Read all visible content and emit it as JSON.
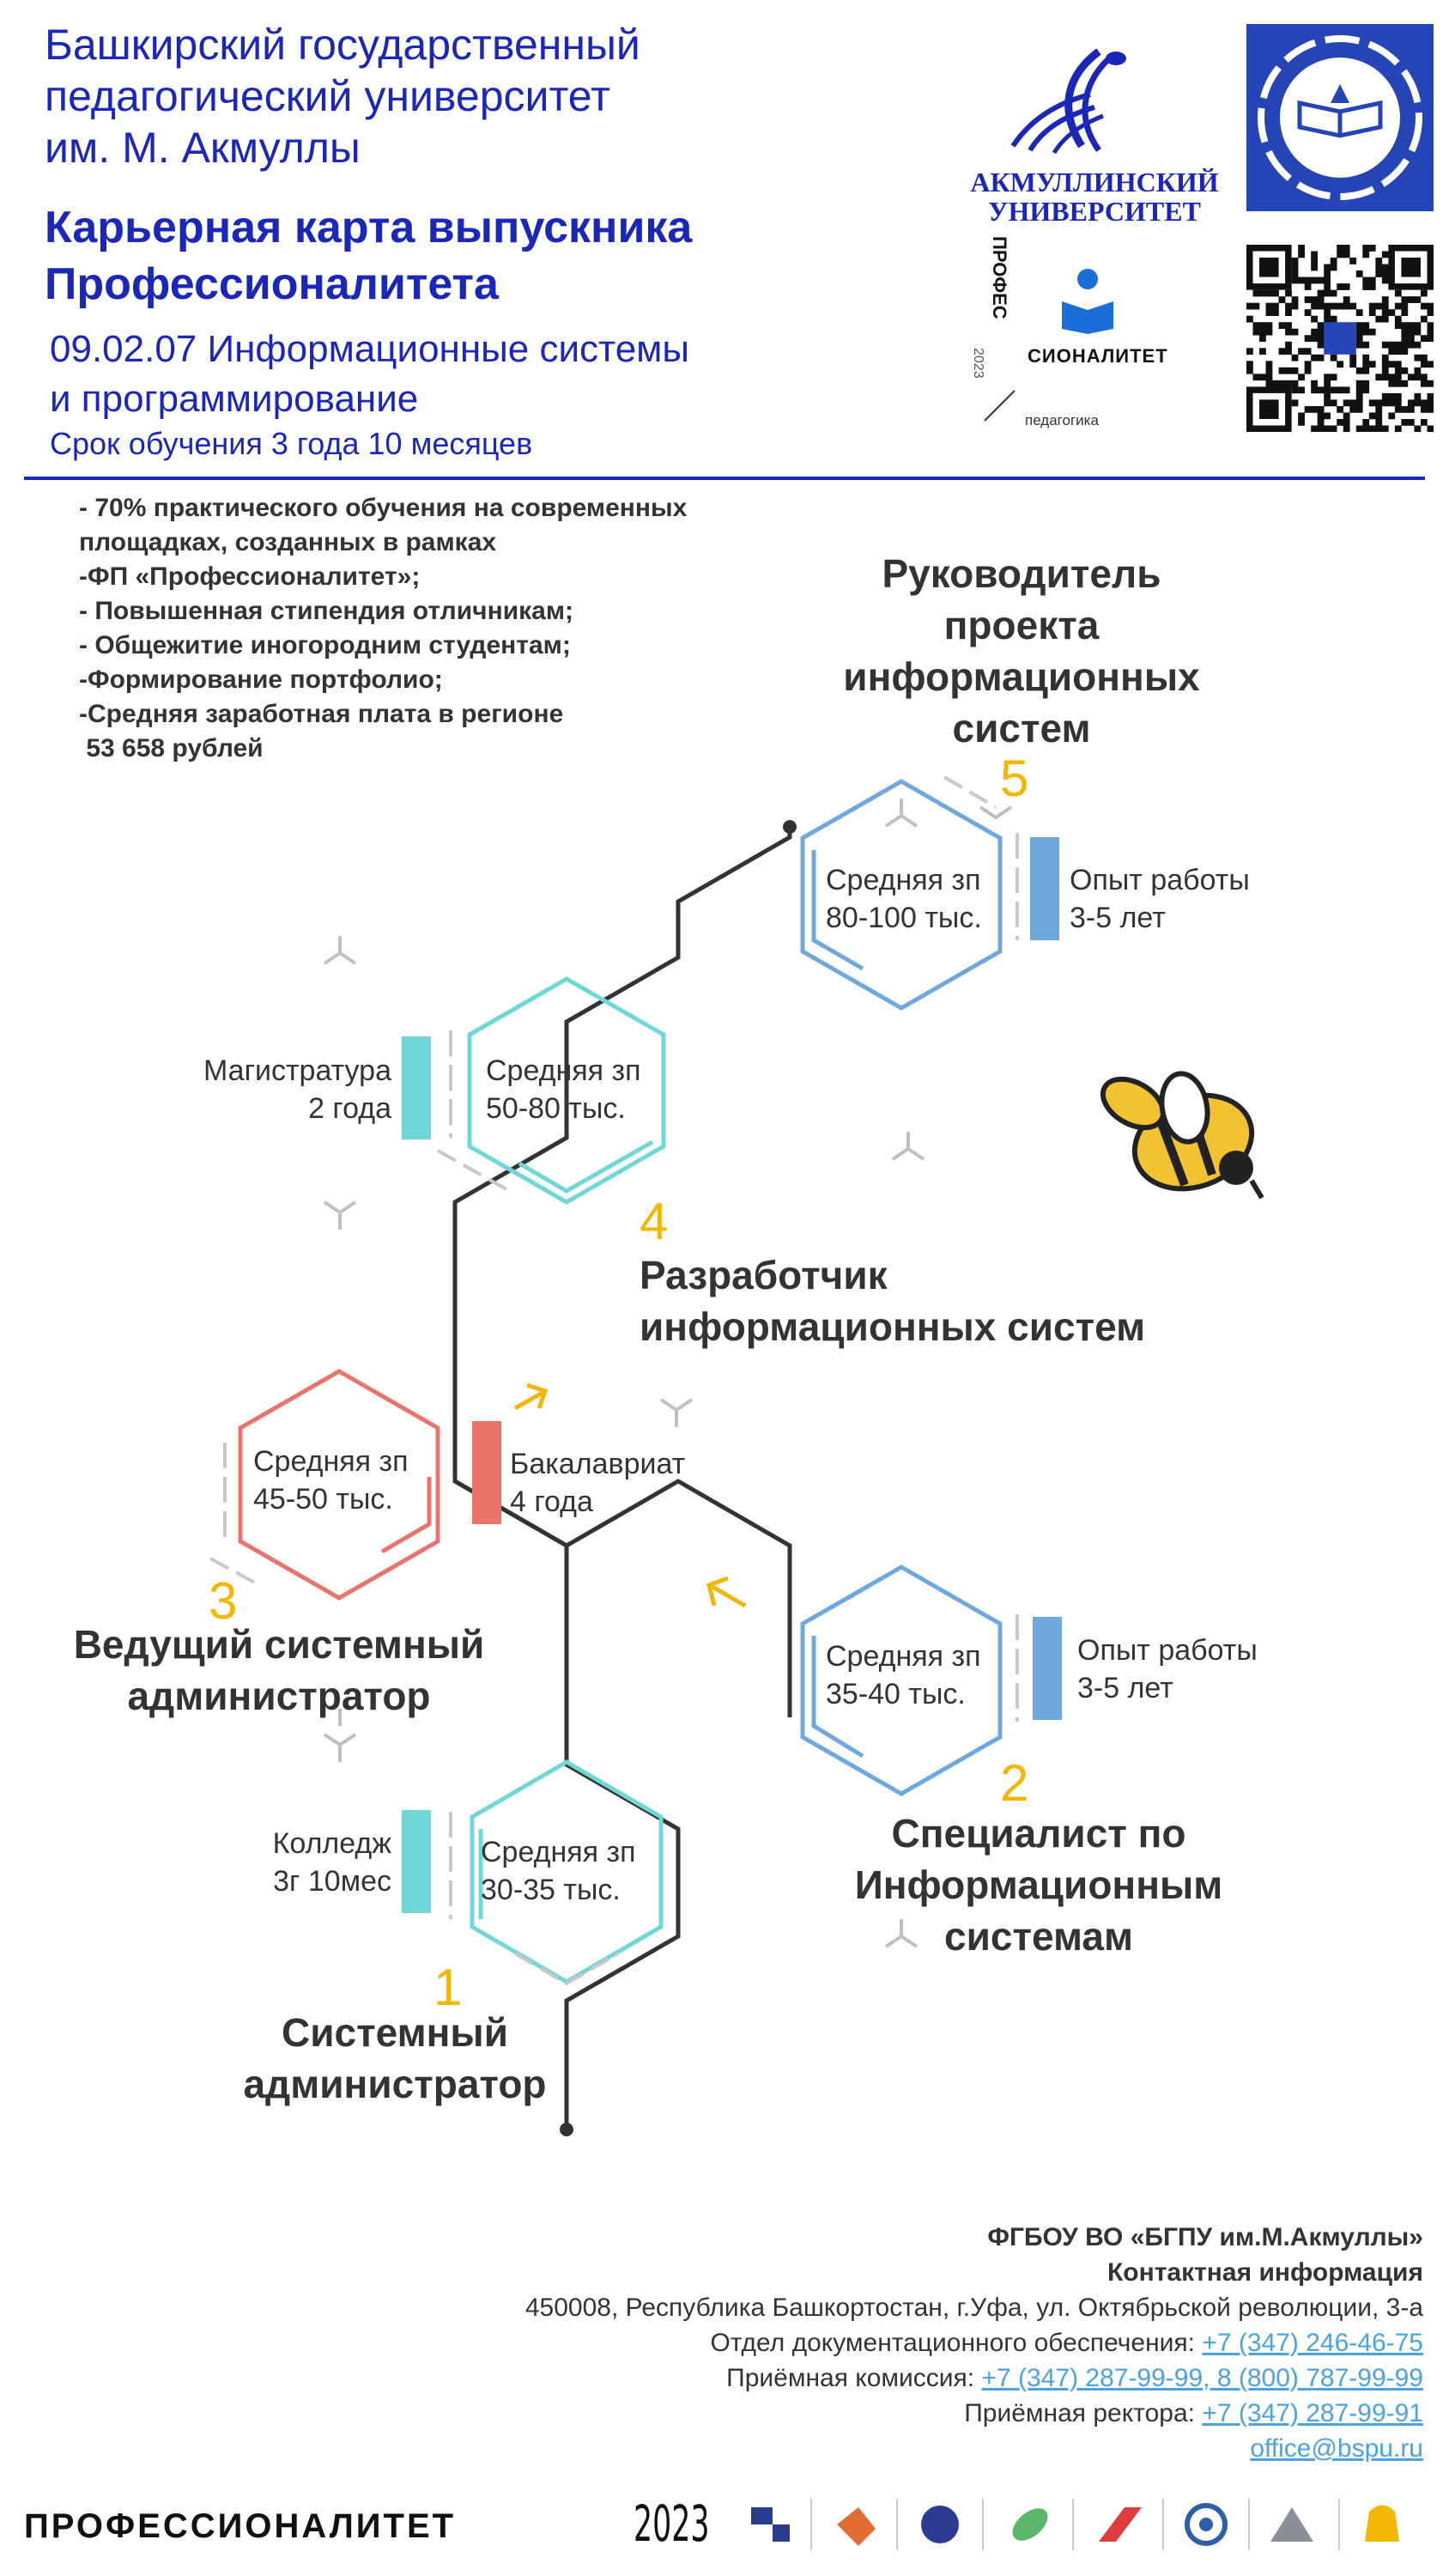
{
  "header": {
    "university_lines": [
      "Башкирский государственный",
      "педагогический университет",
      "им. М. Акмуллы"
    ],
    "career_title_lines": [
      "Карьерная карта выпускника",
      "Профессионалитета"
    ],
    "program_lines": [
      "09.02.07 Информационные системы",
      "и программирование"
    ],
    "duration": "Срок обучения 3 года 10 месяцев",
    "logo_text_lines": [
      "АКМУЛЛИНСКИЙ",
      "УНИВЕРСИТЕТ"
    ],
    "prof_block": {
      "vertical": "ПРОФЕС",
      "horizontal": "СИОНАЛИТЕТ",
      "year": "2023",
      "sub": "педагогика"
    }
  },
  "benefits": [
    "- 70% практического обучения на современных",
    "площадках, созданных в рамках",
    "-ФП «Профессионалитет»;",
    "- Повышенная стипендия отличникам;",
    "- Общежитие иногородним студентам;",
    "-Формирование портфолио;",
    "-Средняя заработная плата в регионе",
    " 53 658 рублей"
  ],
  "steps": [
    {
      "num": "1",
      "role_lines": [
        "Системный",
        "администратор"
      ],
      "salary_lines": [
        "Средняя зп",
        "30-35 тыс."
      ],
      "side_lines": [
        "Колледж",
        "3г 10мес"
      ],
      "color": "#6fd8d6"
    },
    {
      "num": "2",
      "role_lines": [
        "Специалист по",
        "Информационным",
        "системам"
      ],
      "salary_lines": [
        "Средняя зп",
        "35-40 тыс."
      ],
      "side_lines": [
        "Опыт работы",
        "3-5 лет"
      ],
      "color": "#6fa8dc"
    },
    {
      "num": "3",
      "role_lines": [
        "Ведущий системный",
        "администратор"
      ],
      "salary_lines": [
        "Средняя зп",
        "45-50 тыс."
      ],
      "side_lines": [
        "Бакалавриат",
        "4 года"
      ],
      "color": "#e8746b"
    },
    {
      "num": "4",
      "role_lines": [
        "Разработчик",
        "информационных систем"
      ],
      "salary_lines": [
        "Средняя зп",
        "50-80 тыс."
      ],
      "side_lines": [
        "Магистратура",
        "2 года"
      ],
      "color": "#6fd8d6"
    },
    {
      "num": "5",
      "role_lines": [
        "Руководитель",
        "проекта",
        "информационных",
        "систем"
      ],
      "salary_lines": [
        "Средняя зп",
        "80-100 тыс."
      ],
      "side_lines": [
        "Опыт работы",
        "3-5 лет"
      ],
      "color": "#6fa8dc"
    }
  ],
  "footer": {
    "org": "ФГБОУ ВО «БГПУ им.М.Акмуллы»",
    "contact_title": "Контактная информация",
    "address": "450008, Республика Башкортостан, г.Уфа, ул. Октябрьской революции, 3-а",
    "doc_label": "Отдел документационного обеспечения: ",
    "doc_phone": "+7 (347) 246-46-75",
    "admission_label": "Приёмная комиссия: ",
    "admission_phone": "+7 (347) 287-99-99, 8 (800) 787-99-99",
    "rector_label": "Приёмная ректора: ",
    "rector_phone": "+7 (347) 287-99-91",
    "email": "office@bspu.ru"
  },
  "bottom": {
    "brand": "ПРОФЕССИОНАЛИТЕТ",
    "year": "2023"
  },
  "colors": {
    "primary": "#1a27b8",
    "accent": "#f2b705",
    "teal": "#6fd8d6",
    "blue": "#6fa8dc",
    "red": "#e8746b",
    "path": "#333333"
  }
}
